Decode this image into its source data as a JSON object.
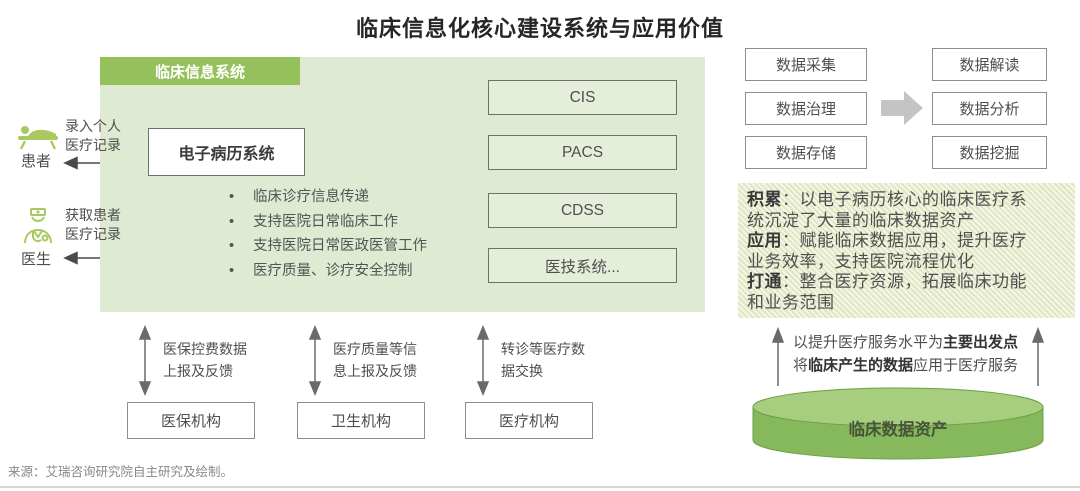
{
  "title": "临床信息化核心建设系统与应用价值",
  "colors": {
    "accent_green": "#95c15c",
    "panel_green": "#dfead2",
    "cylinder_green": "#85b95b",
    "hatch_olive": "#e0e6c3",
    "block_arrow_gray": "#c4c4c4"
  },
  "panel": {
    "tab": "临床信息系统",
    "emr_box": "电子病历系统",
    "systems": [
      "CIS",
      "PACS",
      "CDSS",
      "医技系统..."
    ],
    "bullets": [
      "临床诊疗信息传递",
      "支持医院日常临床工作",
      "支持医院日常医政医管工作",
      "医疗质量、诊疗安全控制"
    ]
  },
  "actors": {
    "patient": {
      "label": "患者",
      "action": "录入个人\n医疗记录"
    },
    "doctor": {
      "label": "医生",
      "action": "获取患者\n医疗记录"
    }
  },
  "external": {
    "items": [
      {
        "flow": "医保控费数据\n上报及反馈",
        "org": "医保机构"
      },
      {
        "flow": "医疗质量等信\n息上报及反馈",
        "org": "卫生机构"
      },
      {
        "flow": "转诊等医疗数\n据交换",
        "org": "医疗机构"
      }
    ]
  },
  "data_pipeline": {
    "left": [
      "数据采集",
      "数据治理",
      "数据存储"
    ],
    "right": [
      "数据解读",
      "数据分析",
      "数据挖掘"
    ]
  },
  "value_points": [
    {
      "head": "积累",
      "rest": "：以电子病历核心的临床医疗系\n统沉淀了大量的临床数据资产"
    },
    {
      "head": "应用",
      "rest": "：赋能临床数据应用，提升医疗\n业务效率，支持医院流程优化"
    },
    {
      "head": "打通",
      "rest": "：整合医疗资源，拓展临床功能\n和业务范围"
    }
  ],
  "application_note": {
    "line1": {
      "pre": "以提升医疗服务水平为",
      "bold": "主要出发点",
      "post": ""
    },
    "line2": {
      "pre": "将",
      "bold": "临床产生的数据",
      "post": "应用于医疗服务"
    }
  },
  "cylinder": {
    "label": "临床数据资产"
  },
  "source": "来源：艾瑞咨询研究院自主研究及绘制。"
}
